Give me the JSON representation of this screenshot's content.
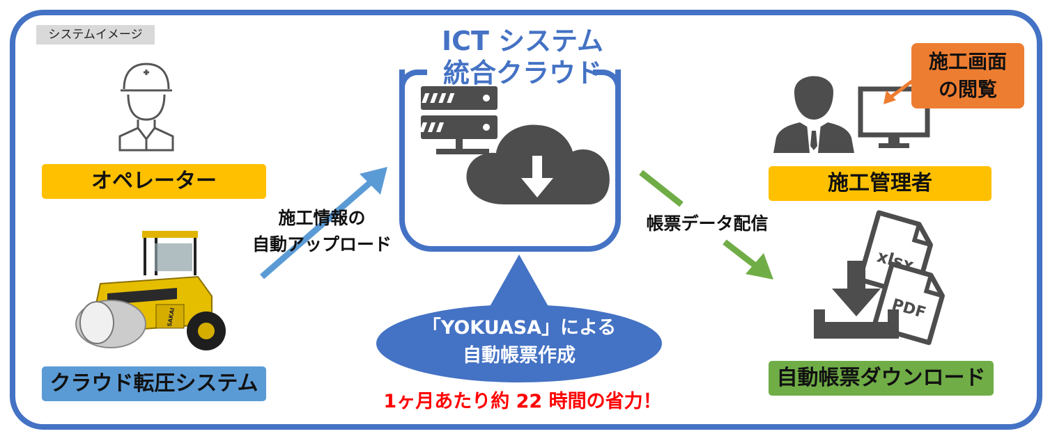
{
  "tag": "システムイメージ",
  "cloud": {
    "title_line1": "ICT システム",
    "title_line2": "統合クラウド"
  },
  "nodes": {
    "operator": "オペレーター",
    "roller_system": "クラウド転圧システム",
    "manager": "施工管理者",
    "download": "自動帳票ダウンロード"
  },
  "callout": {
    "line1": "施工画面",
    "line2": "の閲覧"
  },
  "edges": {
    "upload_line1": "施工情報の",
    "upload_line2": "自動アップロード",
    "delivery": "帳票データ配信"
  },
  "bubble": {
    "line1": "「YOKUASA」による",
    "line2": "自動帳票作成"
  },
  "saving": "1ヶ月あたり約 22 時間の省力！",
  "files": {
    "xlsx": "xlsx",
    "pdf": "PDF"
  },
  "roller": {
    "brand": "SAKAI"
  },
  "colors": {
    "frame": "#4472c4",
    "yellow": "#ffc000",
    "blue": "#5b9bd5",
    "green": "#70ad47",
    "orange": "#ed7d31",
    "red": "#ff0000",
    "icon": "#4d4d4d"
  }
}
